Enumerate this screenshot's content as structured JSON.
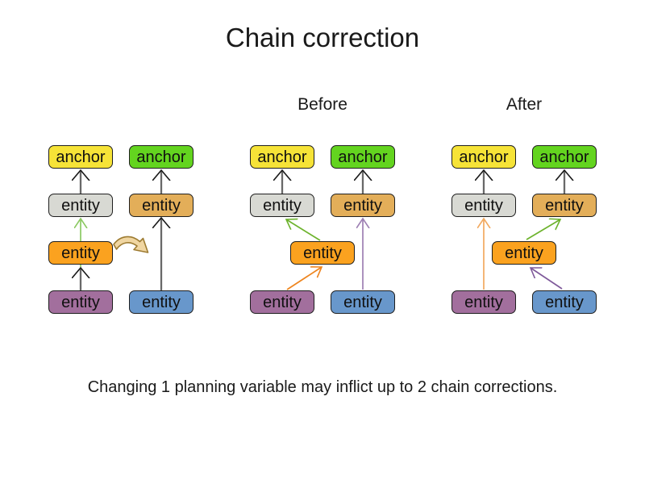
{
  "title": "Chain correction",
  "caption": "Changing 1 planning variable may inflict up to 2 chain corrections.",
  "palette": {
    "anchor_yellow": "#f6e337",
    "anchor_green": "#63d41f",
    "entity_gray": "#d8d9d3",
    "entity_tan": "#e3ae59",
    "entity_orange": "#fba21f",
    "entity_purple": "#a26f9d",
    "entity_blue": "#6897cb",
    "chain_arrow_line": "#696969",
    "chain_arrow_head": "#1a1a1a",
    "green_arrow_light": "#8bc962",
    "green_arrow": "#6db32d",
    "orange_arrow": "#ee851f",
    "orange_arrow_light": "#f2a95f",
    "violet_arrow_light": "#9d7fb3",
    "violet_arrow": "#7f5a9b",
    "move_arrow_fill": "#f0d6a2",
    "move_arrow_outline": "#9d7b31"
  },
  "diagram": {
    "groups": [
      {
        "name": "initial",
        "label": "",
        "boxes": [
          {
            "label": "anchor",
            "color": "yellow"
          },
          {
            "label": "anchor",
            "color": "green"
          },
          {
            "label": "entity",
            "color": "gray"
          },
          {
            "label": "entity",
            "color": "tan"
          },
          {
            "label": "entity",
            "color": "orange"
          },
          {
            "label": "entity",
            "color": "purple"
          },
          {
            "label": "entity",
            "color": "blue"
          }
        ],
        "arrows": [
          {
            "from": "purple-entity",
            "to": "orange-entity",
            "color": "dark"
          },
          {
            "from": "orange-entity",
            "to": "gray-entity",
            "color": "green_light"
          },
          {
            "from": "gray-entity",
            "to": "yellow-anchor",
            "color": "dark"
          },
          {
            "from": "blue-entity",
            "to": "tan-entity",
            "color": "dark"
          },
          {
            "from": "tan-entity",
            "to": "green-anchor",
            "color": "dark"
          },
          {
            "from": "orange-entity",
            "to": "right-chain",
            "color": "move_curved"
          }
        ]
      },
      {
        "name": "before",
        "label": "Before",
        "boxes": [
          {
            "label": "anchor",
            "color": "yellow"
          },
          {
            "label": "anchor",
            "color": "green"
          },
          {
            "label": "entity",
            "color": "gray"
          },
          {
            "label": "entity",
            "color": "tan"
          },
          {
            "label": "entity",
            "color": "orange"
          },
          {
            "label": "entity",
            "color": "purple"
          },
          {
            "label": "entity",
            "color": "blue"
          }
        ],
        "arrows": [
          {
            "from": "gray-entity",
            "to": "yellow-anchor",
            "color": "dark"
          },
          {
            "from": "tan-entity",
            "to": "green-anchor",
            "color": "dark"
          },
          {
            "from": "orange-entity",
            "to": "gray-entity",
            "color": "green"
          },
          {
            "from": "purple-entity",
            "to": "orange-entity",
            "color": "orange"
          },
          {
            "from": "blue-entity",
            "to": "tan-entity",
            "color": "violet_light"
          }
        ]
      },
      {
        "name": "after",
        "label": "After",
        "boxes": [
          {
            "label": "anchor",
            "color": "yellow"
          },
          {
            "label": "anchor",
            "color": "green"
          },
          {
            "label": "entity",
            "color": "gray"
          },
          {
            "label": "entity",
            "color": "tan"
          },
          {
            "label": "entity",
            "color": "orange"
          },
          {
            "label": "entity",
            "color": "purple"
          },
          {
            "label": "entity",
            "color": "blue"
          }
        ],
        "arrows": [
          {
            "from": "gray-entity",
            "to": "yellow-anchor",
            "color": "dark"
          },
          {
            "from": "tan-entity",
            "to": "green-anchor",
            "color": "dark"
          },
          {
            "from": "purple-entity",
            "to": "gray-entity",
            "color": "orange_light"
          },
          {
            "from": "orange-entity",
            "to": "tan-entity",
            "color": "green"
          },
          {
            "from": "blue-entity",
            "to": "orange-entity",
            "color": "violet"
          }
        ]
      }
    ]
  }
}
